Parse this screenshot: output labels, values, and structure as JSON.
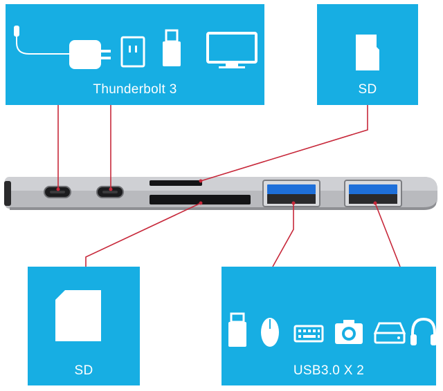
{
  "panels": {
    "thunderbolt": {
      "label": "Thunderbolt 3",
      "icons": [
        "usb-c-cable-icon",
        "power-adapter-icon",
        "wall-outlet-icon",
        "usb-drive-icon",
        "monitor-icon"
      ]
    },
    "sd_top": {
      "label": "SD",
      "icons": [
        "micro-sd-card-icon"
      ]
    },
    "sd_bottom": {
      "label": "SD",
      "icons": [
        "sd-card-icon"
      ]
    },
    "usb": {
      "label": "USB3.0  X 2",
      "icons": [
        "usb-dongle-icon",
        "mouse-icon",
        "keyboard-icon",
        "camera-icon",
        "hard-drive-icon",
        "headphones-icon"
      ]
    }
  },
  "colors": {
    "panel_blue": "#17aee3",
    "connector_line": "#c7283a",
    "hub_silver": "#b8b9bd",
    "usb_port_blue": "#1e6fd9",
    "icon_white": "#ffffff"
  }
}
